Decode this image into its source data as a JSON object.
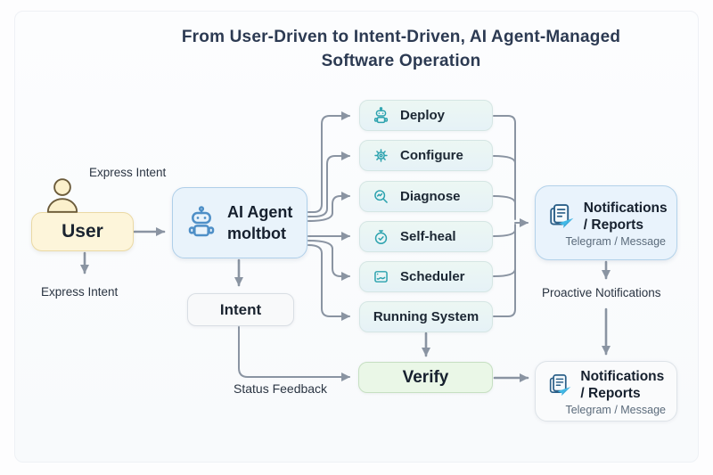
{
  "title": {
    "line1": "From User-Driven to Intent-Driven, AI Agent-Managed",
    "line2": "Software Operation"
  },
  "labels": {
    "express_intent_top": "Express Intent",
    "express_intent_bottom": "Express Intent",
    "status_feedback": "Status Feedback",
    "proactive_notifications": "Proactive Notifications"
  },
  "nodes": {
    "user": {
      "label": "User"
    },
    "ai_agent": {
      "line1": "AI Agent",
      "line2": "moltbot"
    },
    "intent": {
      "label": "Intent"
    },
    "verify": {
      "label": "Verify"
    },
    "notifications_top": {
      "title": "Notifications / Reports",
      "subtitle": "Telegram / Message"
    },
    "notifications_bottom": {
      "title": "Notifications / Reports",
      "subtitle": "Telegram / Message"
    }
  },
  "operations": [
    {
      "label": "Deploy",
      "icon": "robot-icon"
    },
    {
      "label": "Configure",
      "icon": "gear-icon"
    },
    {
      "label": "Diagnose",
      "icon": "magnifier-icon"
    },
    {
      "label": "Self-heal",
      "icon": "stopwatch-icon"
    },
    {
      "label": "Scheduler",
      "icon": "window-icon"
    },
    {
      "label": "Running System",
      "icon": null
    }
  ],
  "colors": {
    "arrow": "#8a94a2",
    "teal_icon": "#2ba2ae",
    "blue_icon": "#4e8fc7",
    "navy_text": "#1c2a3a",
    "user_fill": "#fdf5da",
    "agent_fill": "#e9f3fb",
    "operation_fill": "#e9f5f4",
    "verify_fill": "#eaf7e7",
    "notification_fill": "#e9f3fc"
  }
}
